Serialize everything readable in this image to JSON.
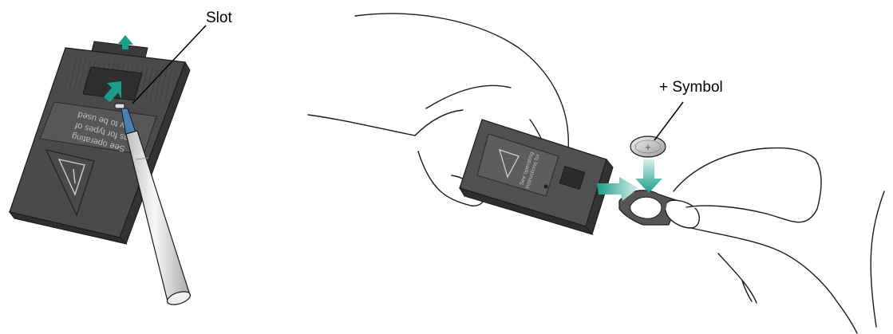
{
  "callouts": {
    "slot": "Slot",
    "plus_symbol": "+ Symbol"
  },
  "inscription": {
    "left_card_lines": [
      "See operating",
      "ions for types of",
      "ery to be used"
    ],
    "coin_mark": "+"
  },
  "colors": {
    "cover_dark": "#474747",
    "cover_mid": "#5a5a5a",
    "cover_light": "#7a7a7a",
    "arrow_teal": "#1a9e8a",
    "arrow_light": "#9fd9ce",
    "pen_body": "#e8e8e8",
    "pen_tip": "#4a7fb0",
    "coin": "#d5d5d5",
    "outline": "#1a1a1a"
  },
  "icons": [
    "warning-triangle-icon",
    "up-arrow-icon",
    "insert-arrow-icon",
    "coin-battery-icon"
  ]
}
